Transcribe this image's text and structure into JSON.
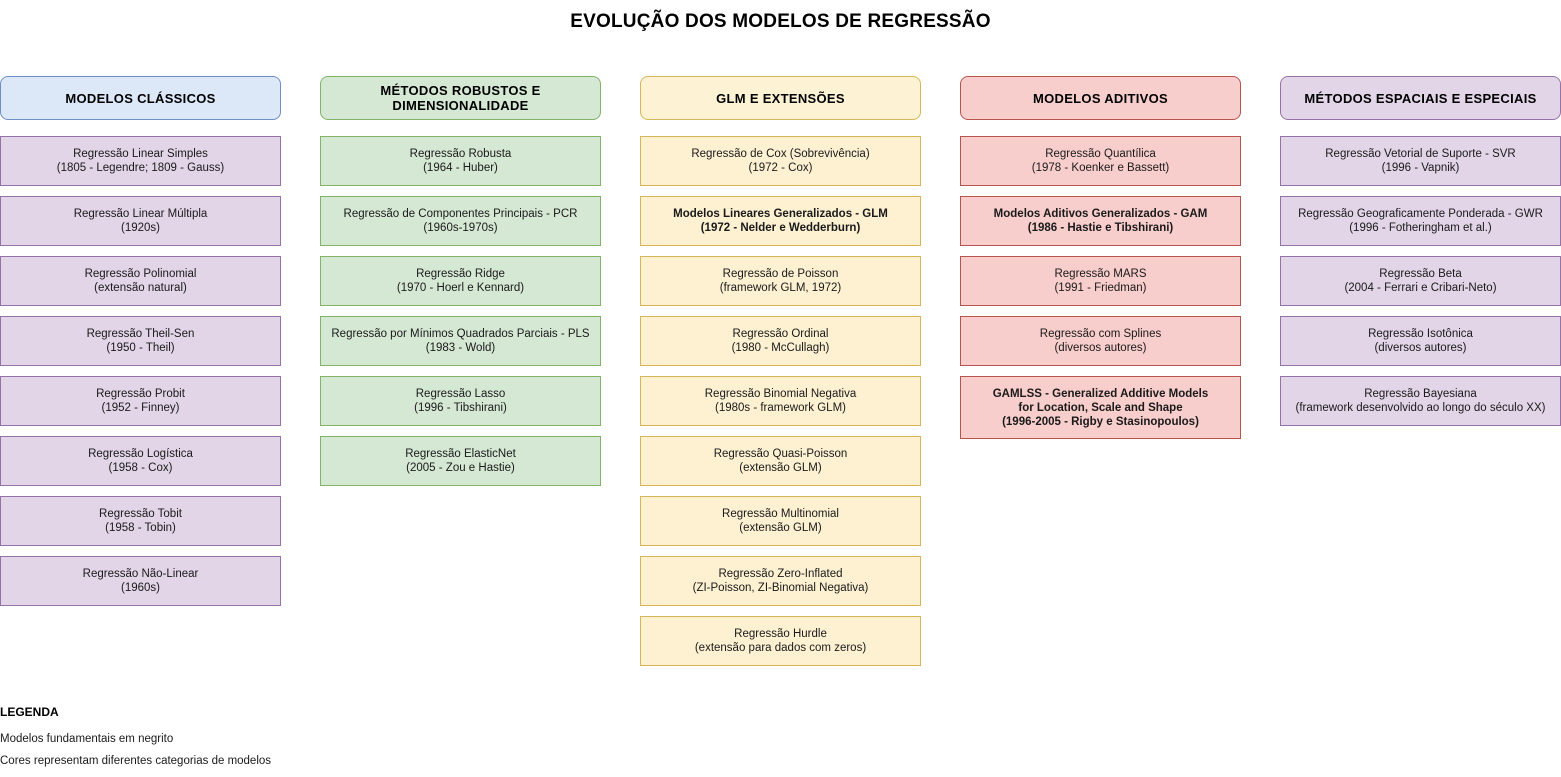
{
  "title": "EVOLUÇÃO DOS MODELOS DE REGRESSÃO",
  "columns": [
    {
      "header": "MODELOS CLÁSSICOS",
      "header_style": "hdr-blue",
      "node_style": "nd-purple",
      "nodes": [
        {
          "lines": [
            "Regressão Linear Simples",
            "(1805 - Legendre; 1809 - Gauss)"
          ],
          "bold": false
        },
        {
          "lines": [
            "Regressão Linear Múltipla",
            "(1920s)"
          ],
          "bold": false
        },
        {
          "lines": [
            "Regressão Polinomial",
            "(extensão natural)"
          ],
          "bold": false
        },
        {
          "lines": [
            "Regressão Theil-Sen",
            "(1950 - Theil)"
          ],
          "bold": false
        },
        {
          "lines": [
            "Regressão Probit",
            "(1952 - Finney)"
          ],
          "bold": false
        },
        {
          "lines": [
            "Regressão Logística",
            "(1958 - Cox)"
          ],
          "bold": false
        },
        {
          "lines": [
            "Regressão Tobit",
            "(1958 - Tobin)"
          ],
          "bold": false
        },
        {
          "lines": [
            "Regressão Não-Linear",
            "(1960s)"
          ],
          "bold": false
        }
      ]
    },
    {
      "header": "MÉTODOS ROBUSTOS E DIMENSIONALIDADE",
      "header_style": "hdr-green",
      "node_style": "nd-green",
      "nodes": [
        {
          "lines": [
            "Regressão Robusta",
            "(1964 - Huber)"
          ],
          "bold": false
        },
        {
          "lines": [
            "Regressão de Componentes Principais - PCR",
            "(1960s-1970s)"
          ],
          "bold": false
        },
        {
          "lines": [
            "Regressão Ridge",
            "(1970 - Hoerl e Kennard)"
          ],
          "bold": false
        },
        {
          "lines": [
            "Regressão por Mínimos Quadrados Parciais - PLS",
            "(1983 - Wold)"
          ],
          "bold": false
        },
        {
          "lines": [
            "Regressão Lasso",
            "(1996 - Tibshirani)"
          ],
          "bold": false
        },
        {
          "lines": [
            "Regressão ElasticNet",
            "(2005 - Zou e Hastie)"
          ],
          "bold": false
        }
      ]
    },
    {
      "header": "GLM E EXTENSÕES",
      "header_style": "hdr-yellow",
      "node_style": "nd-yellow",
      "nodes": [
        {
          "lines": [
            "Regressão de Cox (Sobrevivência)",
            "(1972 - Cox)"
          ],
          "bold": false
        },
        {
          "lines": [
            "Modelos Lineares Generalizados - GLM",
            "(1972 - Nelder e Wedderburn)"
          ],
          "bold": true
        },
        {
          "lines": [
            "Regressão de Poisson",
            "(framework GLM, 1972)"
          ],
          "bold": false
        },
        {
          "lines": [
            "Regressão Ordinal",
            "(1980 - McCullagh)"
          ],
          "bold": false
        },
        {
          "lines": [
            "Regressão Binomial Negativa",
            "(1980s - framework GLM)"
          ],
          "bold": false
        },
        {
          "lines": [
            "Regressão Quasi-Poisson",
            "(extensão GLM)"
          ],
          "bold": false
        },
        {
          "lines": [
            "Regressão Multinomial",
            "(extensão GLM)"
          ],
          "bold": false
        },
        {
          "lines": [
            "Regressão Zero-Inflated",
            "(ZI-Poisson, ZI-Binomial Negativa)"
          ],
          "bold": false
        },
        {
          "lines": [
            "Regressão Hurdle",
            "(extensão para dados com zeros)"
          ],
          "bold": false
        }
      ]
    },
    {
      "header": "MODELOS ADITIVOS",
      "header_style": "hdr-red",
      "node_style": "nd-red",
      "nodes": [
        {
          "lines": [
            "Regressão Quantílica",
            "(1978 - Koenker e Bassett)"
          ],
          "bold": false
        },
        {
          "lines": [
            "Modelos Aditivos Generalizados - GAM",
            "(1986 - Hastie e Tibshirani)"
          ],
          "bold": true
        },
        {
          "lines": [
            "Regressão MARS",
            "(1991 - Friedman)"
          ],
          "bold": false
        },
        {
          "lines": [
            "Regressão com Splines",
            "(diversos autores)"
          ],
          "bold": false
        },
        {
          "lines": [
            "GAMLSS - Generalized Additive Models",
            "for Location, Scale and Shape",
            "(1996-2005 - Rigby e Stasinopoulos)"
          ],
          "bold": true,
          "tall": true
        }
      ]
    },
    {
      "header": "MÉTODOS ESPACIAIS E ESPECIAIS",
      "header_style": "hdr-purple",
      "node_style": "nd-purple",
      "nodes": [
        {
          "lines": [
            "Regressão Vetorial de Suporte - SVR",
            "(1996 - Vapnik)"
          ],
          "bold": false
        },
        {
          "lines": [
            "Regressão Geograficamente Ponderada - GWR",
            "(1996 - Fotheringham et al.)"
          ],
          "bold": false
        },
        {
          "lines": [
            "Regressão Beta",
            "(2004 - Ferrari e Cribari-Neto)"
          ],
          "bold": false
        },
        {
          "lines": [
            "Regressão Isotônica",
            "(diversos autores)"
          ],
          "bold": false
        },
        {
          "lines": [
            "Regressão Bayesiana",
            "(framework desenvolvido ao longo do século XX)"
          ],
          "bold": false
        }
      ]
    }
  ],
  "legend": {
    "title": "LEGENDA",
    "lines": [
      "Modelos fundamentais em negrito",
      "Cores representam diferentes categorias de modelos"
    ]
  },
  "colors": {
    "classic_header": "#dce8f8",
    "classic_node": "#e1d5e7",
    "robust": "#d5e8d4",
    "glm": "#fdf1d2",
    "additive": "#f8cecc",
    "spatial": "#e1d5e7"
  }
}
